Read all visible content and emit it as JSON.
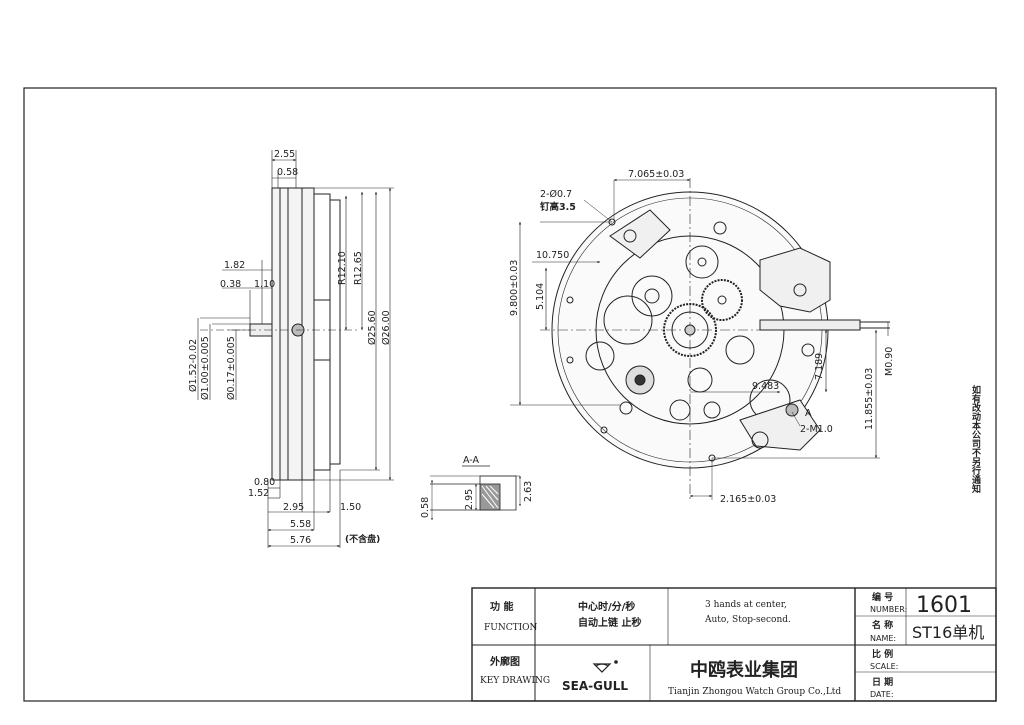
{
  "side_view": {
    "dims_top": [
      "2.55",
      "0.58"
    ],
    "dims_left": [
      "1.82",
      "0.38",
      "1.10"
    ],
    "dims_vertical": [
      "R12.10",
      "R12.65",
      "Ø25.60",
      "Ø26.00"
    ],
    "dims_stem": [
      "Ø1.52-0.02",
      "Ø1.00±0.005",
      "Ø0.17±0.005"
    ],
    "dims_bottom": [
      "0.80",
      "1.52",
      "2.95",
      "1.50",
      "5.58",
      "5.76"
    ],
    "note": "(不含盘)"
  },
  "section_view": {
    "title": "A-A",
    "dims": [
      "0.58",
      "2.95",
      "2.63"
    ]
  },
  "movement_view": {
    "dims": [
      "7.065±0.03",
      "2-Ø0.7",
      "钉高3.5",
      "10.750",
      "9.800±0.03",
      "5.104",
      "9.483",
      "7.189",
      "M0.90",
      "11.855±0.03",
      "2.165±0.03",
      "2-M1.0"
    ],
    "section_marker": "A"
  },
  "side_note": "如有改动本公司不另行通知",
  "title_block": {
    "function_label_cn": "功  能",
    "function_label_en": "FUNCTION",
    "function_cn_line1": "中心时/分/秒",
    "function_cn_line2": "自动上链 止秒",
    "function_en_line1": "3 hands at center,",
    "function_en_line2": "Auto,  Stop-second.",
    "key_drawing_cn": "外廓图",
    "key_drawing_en": "KEY DRAWING",
    "brand": "SEA-GULL",
    "company_cn": "中鸥表业集团",
    "company_en": "Tianjin Zhongou Watch  Group Co.,Ltd",
    "number_label_cn": "编 号",
    "number_label_en": "NUMBER:",
    "number_value": "1601",
    "name_label_cn": "名 称",
    "name_label_en": "NAME:",
    "name_value": "ST16单机",
    "scale_label_cn": "比 例",
    "scale_label_en": "SCALE:",
    "date_label_cn": "日 期",
    "date_label_en": "DATE:"
  }
}
